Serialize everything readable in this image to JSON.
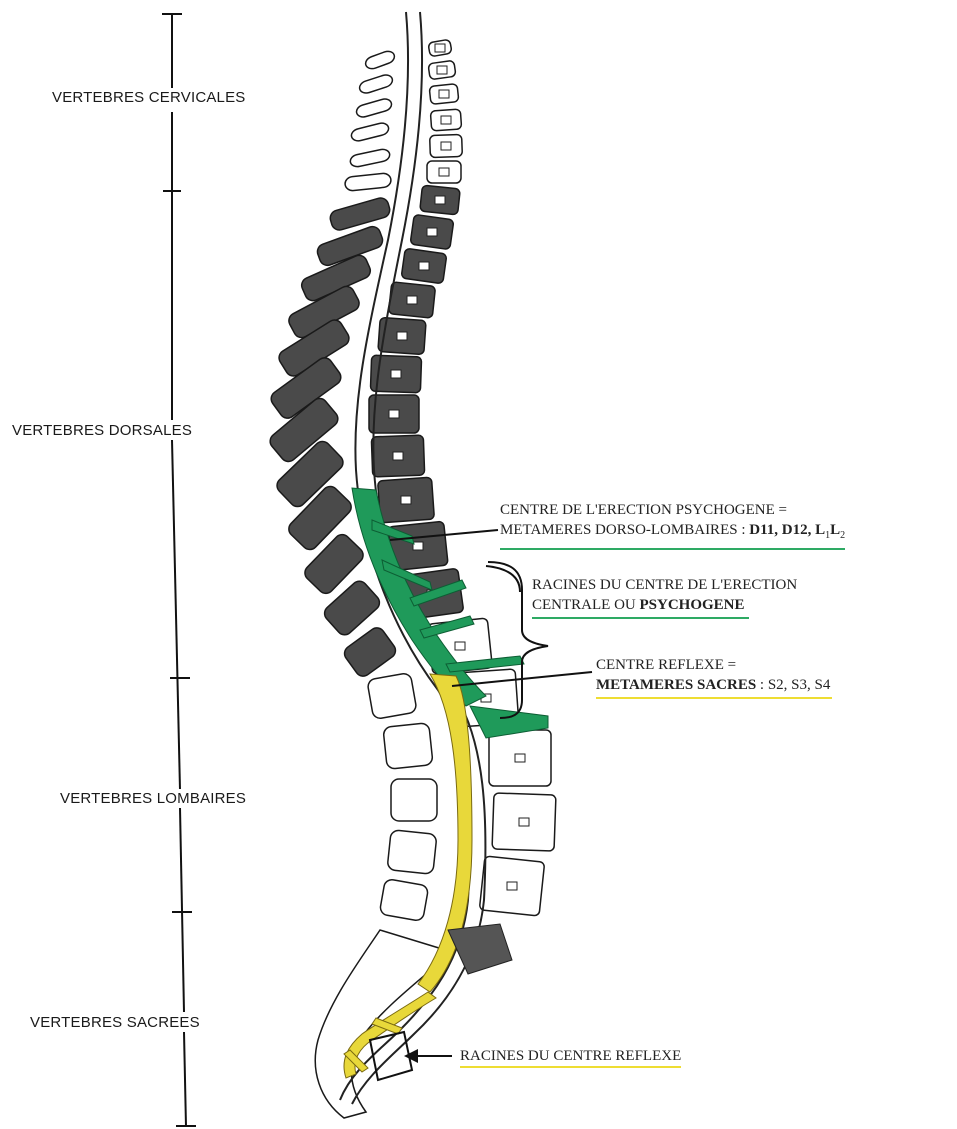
{
  "regions": [
    {
      "id": "cervical",
      "label": "VERTEBRES CERVICALES"
    },
    {
      "id": "dorsal",
      "label": "VERTEBRES DORSALES"
    },
    {
      "id": "lumbar",
      "label": "VERTEBRES LOMBAIRES"
    },
    {
      "id": "sacral",
      "label": "VERTEBRES SACREES"
    }
  ],
  "annotations": {
    "psychogenic_center": {
      "line1": "CENTRE DE L'ERECTION PSYCHOGENE =",
      "line2_prefix": "METAMERES DORSO-LOMBAIRES : ",
      "line2_bold": "D11, D12, L",
      "l_sub1": "1",
      "l_mid": "L",
      "l_sub2": "2"
    },
    "psychogenic_roots": {
      "line1": "RACINES DU CENTRE DE L'ERECTION",
      "line2_prefix": "CENTRALE OU ",
      "line2_bold": "PSYCHOGENE"
    },
    "reflex_center": {
      "line1": "CENTRE REFLEXE =",
      "line2_bold": "METAMERES SACRES",
      "line2_suffix": " : S2, S3, S4"
    },
    "reflex_roots": {
      "label": "RACINES DU CENTRE REFLEXE"
    }
  },
  "colors": {
    "psychogenic_green": "#1f9a5a",
    "reflex_yellow": "#e8d83a",
    "bone_dark": "#4a4a4a"
  }
}
